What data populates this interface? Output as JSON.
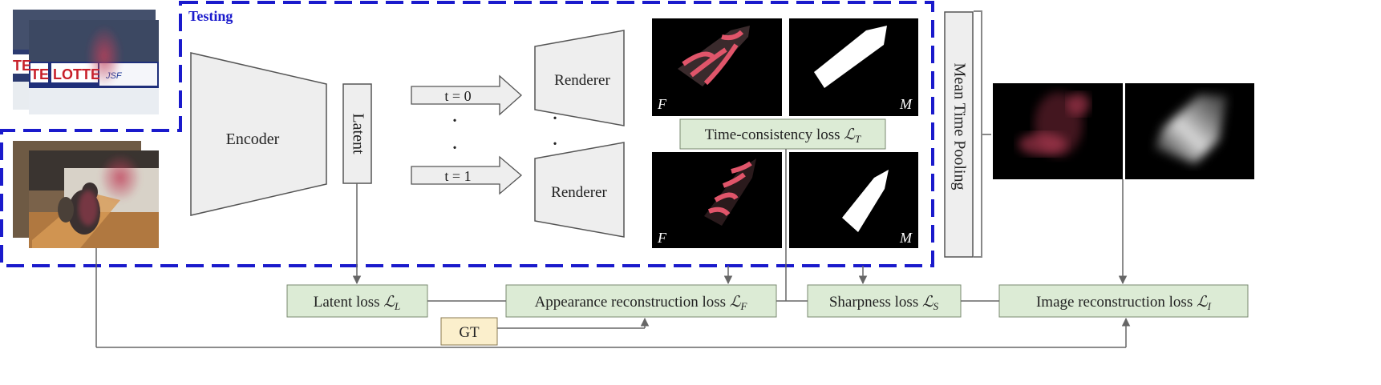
{
  "testing_label": "Testing",
  "encoder_label": "Encoder",
  "latent_label": "Latent",
  "renderer_top_label": "Renderer",
  "renderer_bottom_label": "Renderer",
  "t0_label": "t = 0",
  "t1_label": "t = 1",
  "dots": "·",
  "mean_time_pooling_label": "Mean Time Pooling",
  "f_label": "F",
  "m_label": "M",
  "time_consistency": {
    "text": "Time-consistency loss ",
    "symbol": "ℒ",
    "sub": "T"
  },
  "latent_loss": {
    "text": "Latent loss ",
    "symbol": "ℒ",
    "sub": "L"
  },
  "appearance_loss": {
    "text": "Appearance reconstruction loss ",
    "symbol": "ℒ",
    "sub": "F"
  },
  "sharpness_loss": {
    "text": "Sharpness loss ",
    "symbol": "ℒ",
    "sub": "S"
  },
  "image_loss": {
    "text": "Image reconstruction loss ",
    "symbol": "ℒ",
    "sub": "I"
  },
  "gt_label": "GT",
  "thumbnail_text": {
    "te": "TE",
    "lotte": "LOTTE",
    "jsf": "JSF"
  },
  "colors": {
    "testing_border": "#1a1acc",
    "loss_fill": "#dcebd5",
    "loss_stroke": "#7a8a70",
    "gt_fill": "#fbefcc",
    "shape_fill": "#eeeeee",
    "shape_stroke": "#555555",
    "arrow": "#666666",
    "stripe": "#e0556a"
  }
}
